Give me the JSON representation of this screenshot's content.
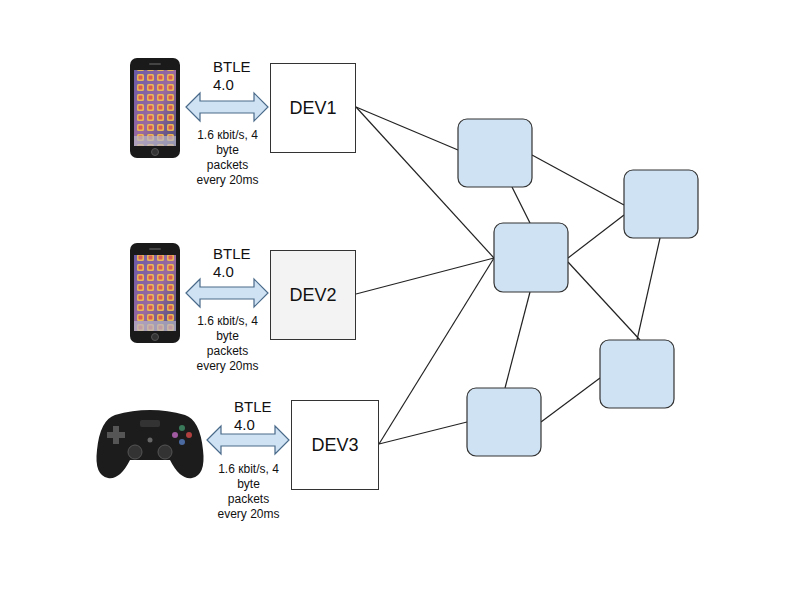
{
  "diagram": {
    "nodes": [
      {
        "text": [
          "DEV1"
        ]
      },
      {
        "text": [
          "DEV2"
        ]
      },
      {
        "text": [
          "DEV3"
        ]
      }
    ],
    "labels": [
      "BTLE 4.0",
      "1.6 кbit/s, 4 byte packets every 20ms",
      "BTLE 4.0",
      "1.6 кbit/s, 4 byte packets every 20ms",
      "BTLE 4.0",
      "1.6 кbit/s, 4 byte packets every 20ms"
    ]
  }
}
